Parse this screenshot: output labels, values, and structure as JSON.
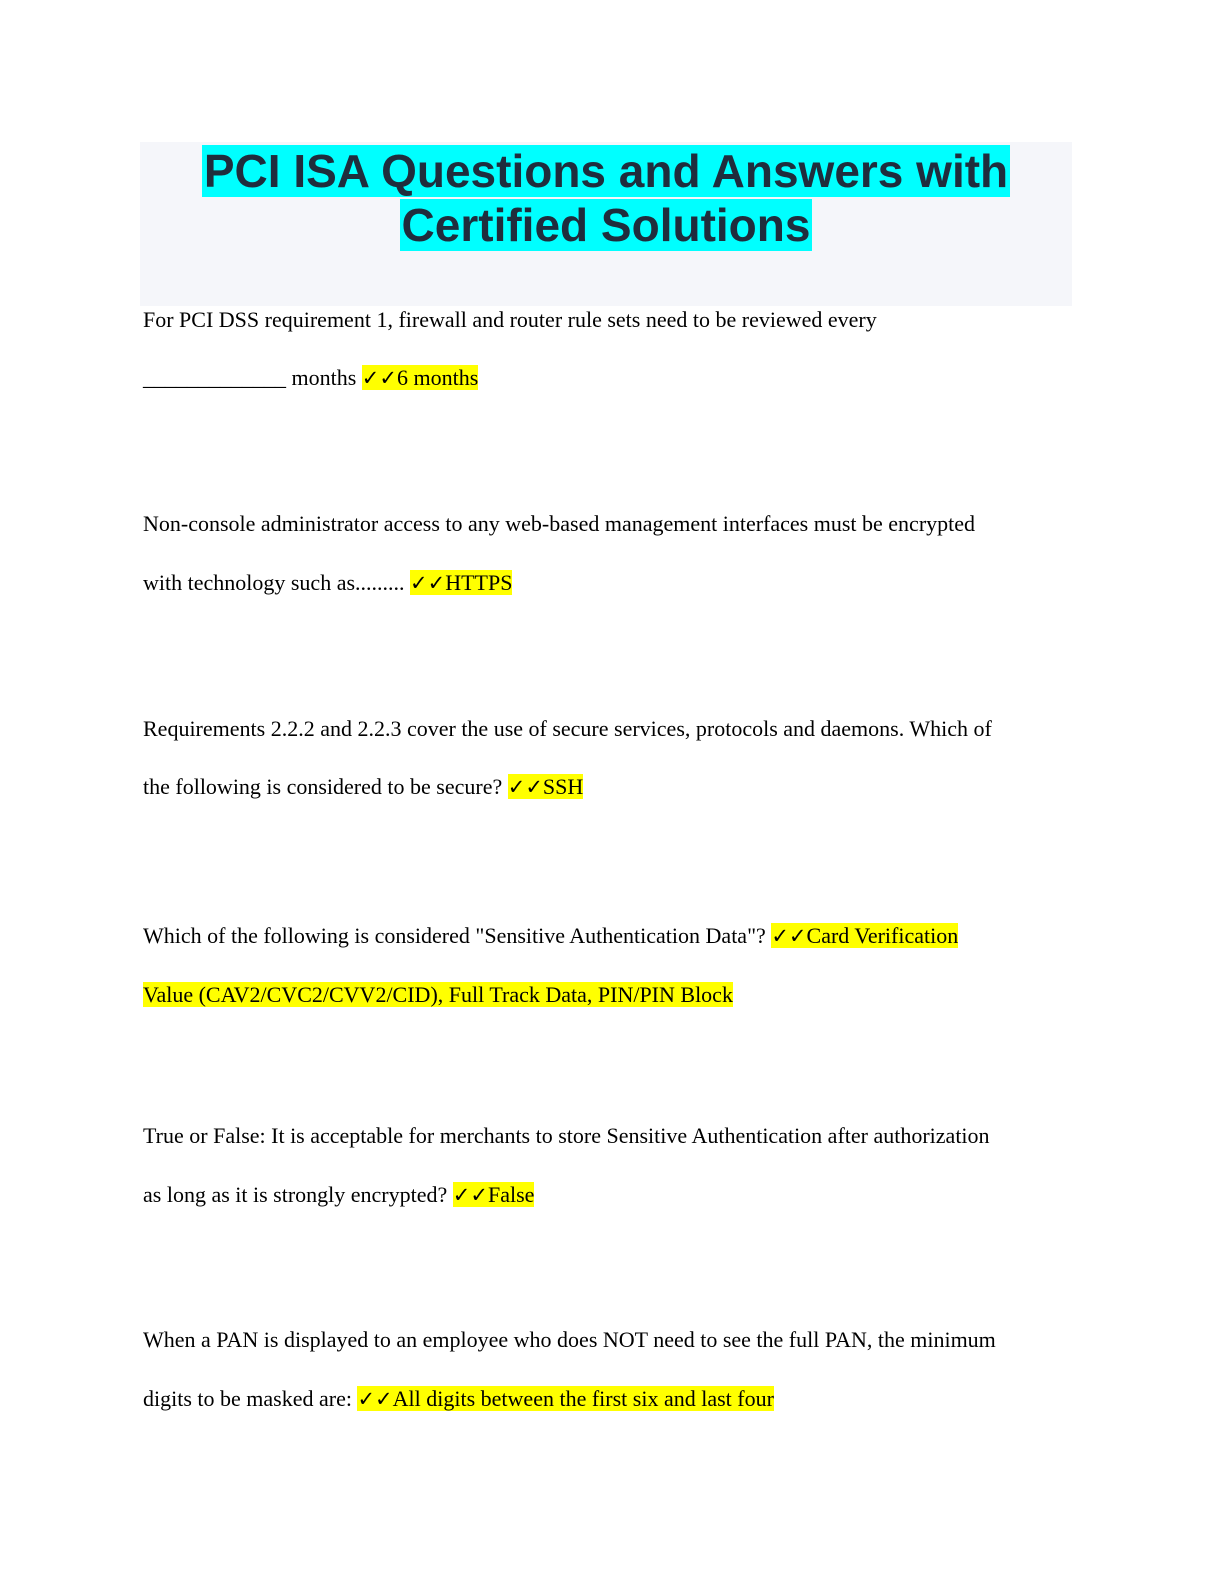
{
  "document": {
    "title_line1": "PCI ISA Questions and Answers with",
    "title_line2": "Certified Solutions",
    "check_mark": "✓✓",
    "qa": [
      {
        "q_line1": "For PCI DSS requirement 1, firewall and router rule sets need to be reviewed every",
        "q_line2": "_____________ months ",
        "answer_line1": "6 months",
        "answer_line2": ""
      },
      {
        "q_line1": "Non-console administrator access to any web-based management interfaces must be encrypted",
        "q_line2": "with technology such as......... ",
        "answer_line1": "HTTPS",
        "answer_line2": ""
      },
      {
        "q_line1": "Requirements 2.2.2 and 2.2.3 cover the use of secure services, protocols and daemons. Which of",
        "q_line2": "the following is considered to be secure? ",
        "answer_line1": "SSH",
        "answer_line2": ""
      },
      {
        "q_line1": "Which of the following is considered \"Sensitive Authentication Data\"? ",
        "q_line2": "",
        "answer_line1": "Card Verification",
        "answer_line2": "Value (CAV2/CVC2/CVV2/CID), Full Track Data, PIN/PIN Block"
      },
      {
        "q_line1": "True or False: It is acceptable for merchants to store Sensitive Authentication after authorization",
        "q_line2": "as long as it is strongly encrypted? ",
        "answer_line1": "False",
        "answer_line2": ""
      },
      {
        "q_line1": "When a PAN is displayed to an employee who does NOT need to see the full PAN, the minimum",
        "q_line2": "digits to be masked are: ",
        "answer_line1": "All digits between the first six and last four",
        "answer_line2": ""
      }
    ]
  }
}
